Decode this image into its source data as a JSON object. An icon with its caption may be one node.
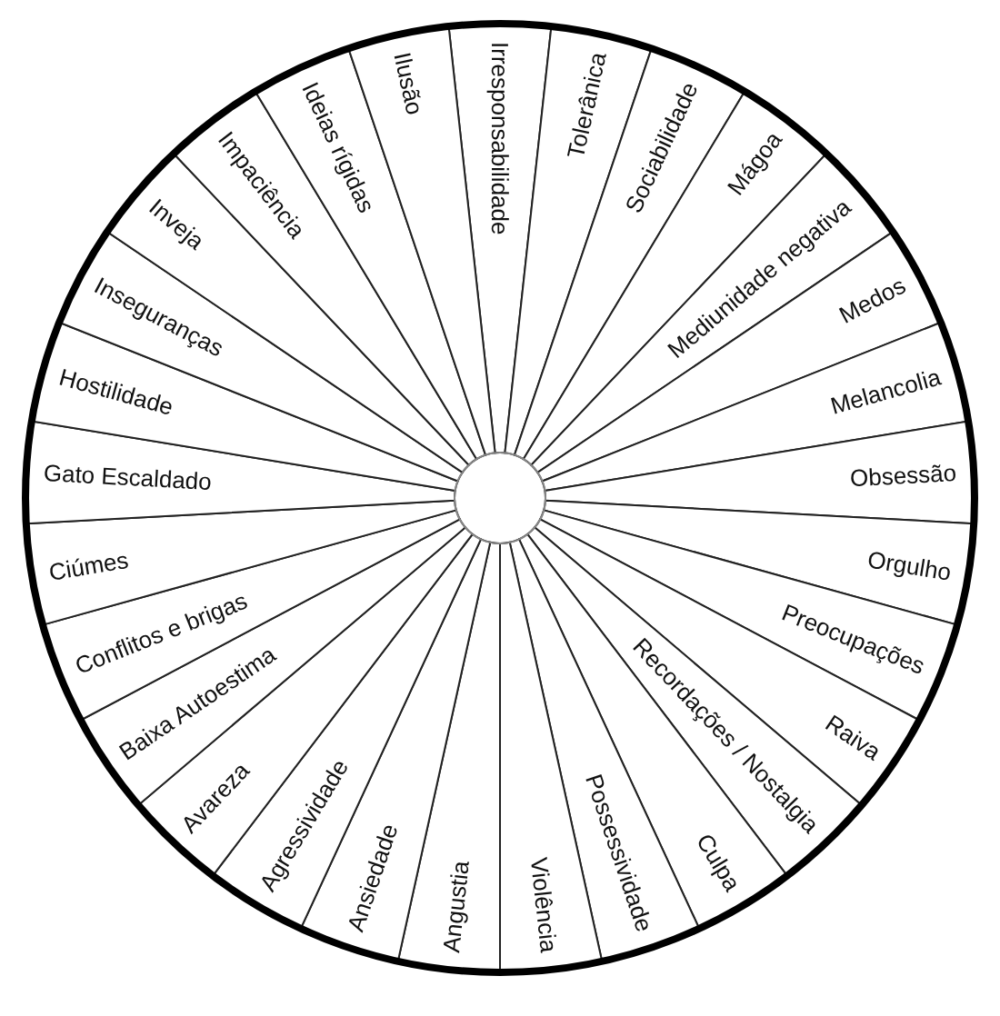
{
  "diagram": {
    "nodes": [
      {
        "text": [
          "Irresponsabilidade"
        ]
      },
      {
        "text": [
          "Tolerânica"
        ]
      },
      {
        "text": [
          "Sociabilidade"
        ]
      },
      {
        "text": [
          "Mágoa"
        ]
      },
      {
        "text": [
          "Mediunidade negativa"
        ]
      },
      {
        "text": [
          "Medos"
        ]
      },
      {
        "text": [
          "Melancolia"
        ]
      },
      {
        "text": [
          "Obsessão"
        ]
      },
      {
        "text": [
          "Orgulho"
        ]
      },
      {
        "text": [
          "Preocupações"
        ]
      },
      {
        "text": [
          "Raiva"
        ]
      },
      {
        "text": [
          "Recordações / Nostalgia"
        ]
      },
      {
        "text": [
          "Culpa"
        ]
      },
      {
        "text": [
          "Possessividade"
        ]
      },
      {
        "text": [
          "Violência"
        ]
      },
      {
        "text": [
          "Angustia"
        ]
      },
      {
        "text": [
          "Ansiedade"
        ]
      },
      {
        "text": [
          "Agressividade"
        ]
      },
      {
        "text": [
          "Avareza"
        ]
      },
      {
        "text": [
          "Baixa Autoestima"
        ]
      },
      {
        "text": [
          "Conflitos e brigas"
        ]
      },
      {
        "text": [
          "Ciúmes"
        ]
      },
      {
        "text": [
          "Gato Escaldado"
        ]
      },
      {
        "text": [
          "Hostilidade"
        ]
      },
      {
        "text": [
          "Inseguranças"
        ]
      },
      {
        "text": [
          "Inveja"
        ]
      },
      {
        "text": [
          "Impaciência"
        ]
      },
      {
        "text": [
          "Ideias rígidas"
        ]
      },
      {
        "text": [
          "Ilusão"
        ]
      }
    ]
  }
}
